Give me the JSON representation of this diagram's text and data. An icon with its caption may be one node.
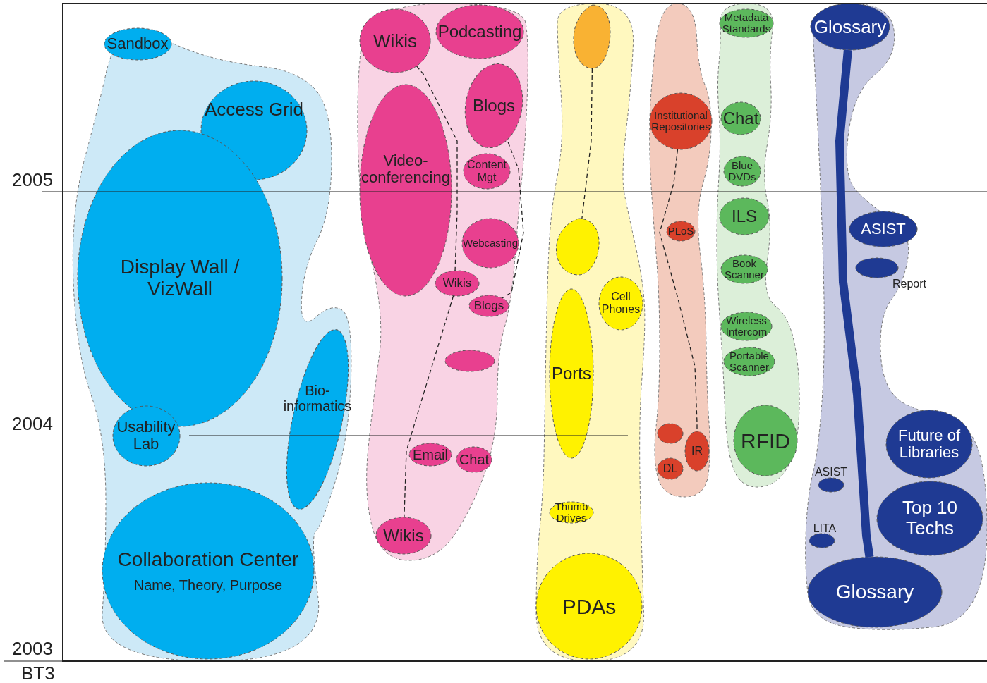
{
  "diagram": {
    "nodes": [
      {
        "text": [],
        "shape": "band"
      },
      {
        "text": [
          "Sandbox"
        ],
        "in": 0
      },
      {
        "text": [
          "Access Grid"
        ],
        "in": 0
      },
      {
        "text": [
          "Display Wall / VizWall"
        ],
        "in": 0
      },
      {
        "text": [
          "Usability Lab"
        ],
        "in": 0
      },
      {
        "text": [
          "Bio- informatics"
        ],
        "in": 0
      },
      {
        "text": [
          "Collaboration Center",
          "Name, Theory, Purpose"
        ],
        "in": 0
      },
      {
        "text": [],
        "shape": "band"
      },
      {
        "text": [
          "Wikis"
        ],
        "in": 7
      },
      {
        "text": [
          "Podcasting"
        ],
        "in": 7
      },
      {
        "text": [
          "Blogs"
        ],
        "in": 7
      },
      {
        "text": [
          "Video- conferencing"
        ],
        "in": 7
      },
      {
        "text": [
          "Content Mgt"
        ],
        "in": 7
      },
      {
        "text": [
          "Webcasting"
        ],
        "in": 7
      },
      {
        "text": [
          "Wikis"
        ],
        "in": 7
      },
      {
        "text": [
          "Blogs"
        ],
        "in": 7
      },
      {
        "text": [],
        "shape": "ellipse",
        "in": 7
      },
      {
        "text": [
          "Email"
        ],
        "in": 7
      },
      {
        "text": [
          "Chat"
        ],
        "in": 7
      },
      {
        "text": [
          "Wikis"
        ],
        "in": 7
      },
      {
        "text": [],
        "shape": "band"
      },
      {
        "text": [],
        "shape": "blob",
        "in": 20
      },
      {
        "text": [],
        "shape": "blob",
        "in": 20
      },
      {
        "text": [
          "Cell Phones"
        ],
        "in": 20
      },
      {
        "text": [
          "Ports"
        ],
        "in": 20
      },
      {
        "text": [
          "Thumb Drives"
        ],
        "in": 20
      },
      {
        "text": [
          "PDAs"
        ],
        "in": 20
      },
      {
        "text": [],
        "shape": "band"
      },
      {
        "text": [
          "Institutional Repositories"
        ],
        "in": 27
      },
      {
        "text": [
          "PLoS"
        ],
        "in": 27
      },
      {
        "text": [],
        "shape": "ellipse",
        "in": 27
      },
      {
        "text": [
          "DL"
        ],
        "in": 27
      },
      {
        "text": [
          "IR"
        ],
        "in": 27
      },
      {
        "text": [],
        "shape": "band"
      },
      {
        "text": [
          "Metadata Standards"
        ],
        "in": 33
      },
      {
        "text": [
          "Chat"
        ],
        "in": 33
      },
      {
        "text": [
          "Blue DVDs"
        ],
        "in": 33
      },
      {
        "text": [
          "ILS"
        ],
        "in": 33
      },
      {
        "text": [
          "Book Scanner"
        ],
        "in": 33
      },
      {
        "text": [
          "Wireless Intercom"
        ],
        "in": 33
      },
      {
        "text": [
          "Portable Scanner"
        ],
        "in": 33
      },
      {
        "text": [
          "RFID"
        ],
        "in": 33
      },
      {
        "text": [],
        "shape": "band"
      },
      {
        "text": [
          "Glossary"
        ],
        "in": 42
      },
      {
        "text": [
          "ASIST"
        ],
        "in": 42
      },
      {
        "text": [
          "Report"
        ],
        "in": 42
      },
      {
        "text": [
          "Future of Libraries"
        ],
        "in": 42
      },
      {
        "text": [
          "ASIST"
        ],
        "in": 42
      },
      {
        "text": [
          "LITA"
        ],
        "in": 42
      },
      {
        "text": [
          "Top 10 Techs"
        ],
        "in": 42
      },
      {
        "text": [
          "Glossary"
        ],
        "in": 42
      }
    ],
    "edges": [
      {
        "from": 8,
        "to": 14,
        "arrow": "none",
        "style": "dashed"
      },
      {
        "from": 14,
        "to": 19,
        "arrow": "none",
        "style": "dashed"
      },
      {
        "from": 10,
        "to": 15,
        "arrow": "none",
        "style": "dashed"
      },
      {
        "from": 21,
        "to": 22,
        "arrow": "none",
        "style": "dashed"
      },
      {
        "from": 28,
        "to": 32,
        "arrow": "none",
        "style": "dashed"
      },
      {
        "from": 43,
        "to": 50,
        "arrow": "none",
        "style": "thick",
        "color": "#1f3a93"
      }
    ],
    "labels": [
      "2005",
      "2004",
      "2003",
      "BT3"
    ]
  }
}
